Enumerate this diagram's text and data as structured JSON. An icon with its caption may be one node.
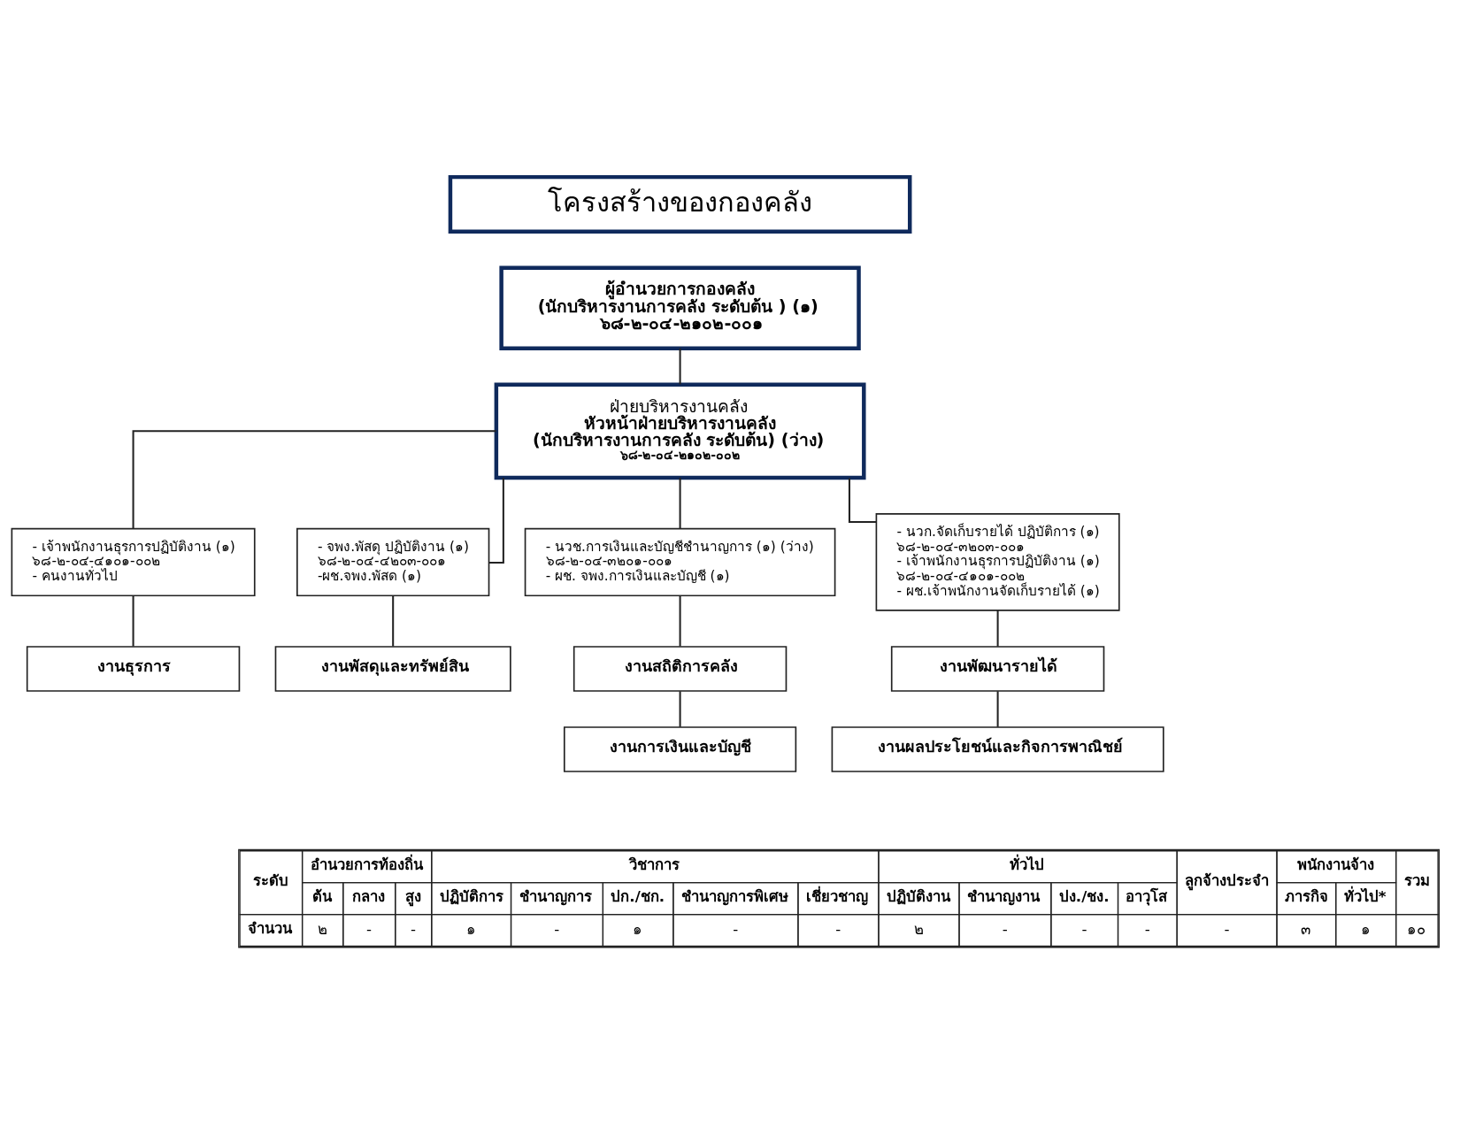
{
  "diagram": {
    "nodes": [
      {
        "text": [
          "โครงสร้างของกองคลัง"
        ]
      },
      {
        "text": [
          "ผู้อำนวยการกองคลัง",
          "(นักบริหารงานการคลัง ระดับต้น ) (๑)",
          "๖๘-๒-๐๔-๒๑๐๒-๐๐๑"
        ]
      },
      {
        "text": [
          "ฝ่ายบริหารงานคลัง",
          "หัวหน้าฝ่ายบริหารงานคลัง",
          "(นักบริหารงานการคลัง ระดับต้น) (ว่าง)",
          "๖๘-๒-๐๔-๒๑๐๒-๐๐๒"
        ]
      },
      {
        "text": [
          "- เจ้าพนักงานธุรการปฏิบัติงาน (๑)",
          "๖๘-๒-๐๔-๔๑๐๑-๐๐๒",
          "- คนงานทั่วไป"
        ]
      },
      {
        "text": [
          "งานธุรการ"
        ]
      },
      {
        "text": [
          "- จพง.พัสดุ ปฏิบัติงาน (๑)",
          "๖๘-๒-๐๔-๔๒๐๓-๐๐๑",
          "-ผช.จพง.พัสด (๑)"
        ]
      },
      {
        "text": [
          "งานพัสดุและทรัพย์สิน"
        ]
      },
      {
        "text": [
          "- นวช.การเงินและบัญชีชำนาญการ (๑) (ว่าง)",
          "๖๘-๒-๐๔-๓๒๐๑-๐๐๑",
          "- ผช. จพง.การเงินและบัญชี (๑)"
        ]
      },
      {
        "text": [
          "งานสถิติการคลัง"
        ]
      },
      {
        "text": [
          "งานการเงินและบัญชี"
        ]
      },
      {
        "text": [
          "- นวก.จัดเก็บรายได้ ปฏิบัติการ (๑)",
          "๖๘-๒-๐๔-๓๒๐๓-๐๐๑",
          "- เจ้าพนักงานธุรการปฏิบัติงาน (๑)",
          "๖๘-๒-๐๔-๔๑๐๑-๐๐๒",
          "- ผช.เจ้าพนักงานจัดเก็บรายได้ (๑)"
        ]
      },
      {
        "text": [
          "งานพัฒนารายได้"
        ]
      },
      {
        "text": [
          "งานผลประโยชน์และกิจการพาณิชย์"
        ]
      }
    ],
    "edges": [
      {
        "from": 1,
        "to": 2,
        "arrow": "none"
      },
      {
        "from": 2,
        "to": 3,
        "arrow": "none"
      },
      {
        "from": 2,
        "to": 5,
        "arrow": "none"
      },
      {
        "from": 2,
        "to": 7,
        "arrow": "none"
      },
      {
        "from": 2,
        "to": 10,
        "arrow": "none"
      },
      {
        "from": 3,
        "to": 4,
        "arrow": "none"
      },
      {
        "from": 5,
        "to": 6,
        "arrow": "none"
      },
      {
        "from": 7,
        "to": 8,
        "arrow": "none"
      },
      {
        "from": 8,
        "to": 9,
        "arrow": "none"
      },
      {
        "from": 10,
        "to": 11,
        "arrow": "none"
      },
      {
        "from": 11,
        "to": 12,
        "arrow": "none"
      }
    ],
    "labels": [
      "ระดับ",
      "อำนวยการท้องถิ่น",
      "วิชาการ",
      "ทั่วไป",
      "ลูกจ้างประจำ",
      "พนักงานจ้าง",
      "รวม",
      "ต้น",
      "กลาง",
      "สูง",
      "ปฏิบัติการ",
      "ชำนาญการ",
      "ปก./ชก.",
      "ชำนาญการพิเศษ",
      "เชี่ยวชาญ",
      "ปฏิบัติงาน",
      "ชำนาญงาน",
      "ปง./ชง.",
      "อาวุโส",
      "ภารกิจ",
      "ทั่วไป*",
      "จำนวน",
      "๒",
      "-",
      "-",
      "๑",
      "-",
      "๑",
      "-",
      "-",
      "๒",
      "-",
      "-",
      "-",
      "-",
      "๓",
      "๑",
      "๑๐"
    ]
  }
}
